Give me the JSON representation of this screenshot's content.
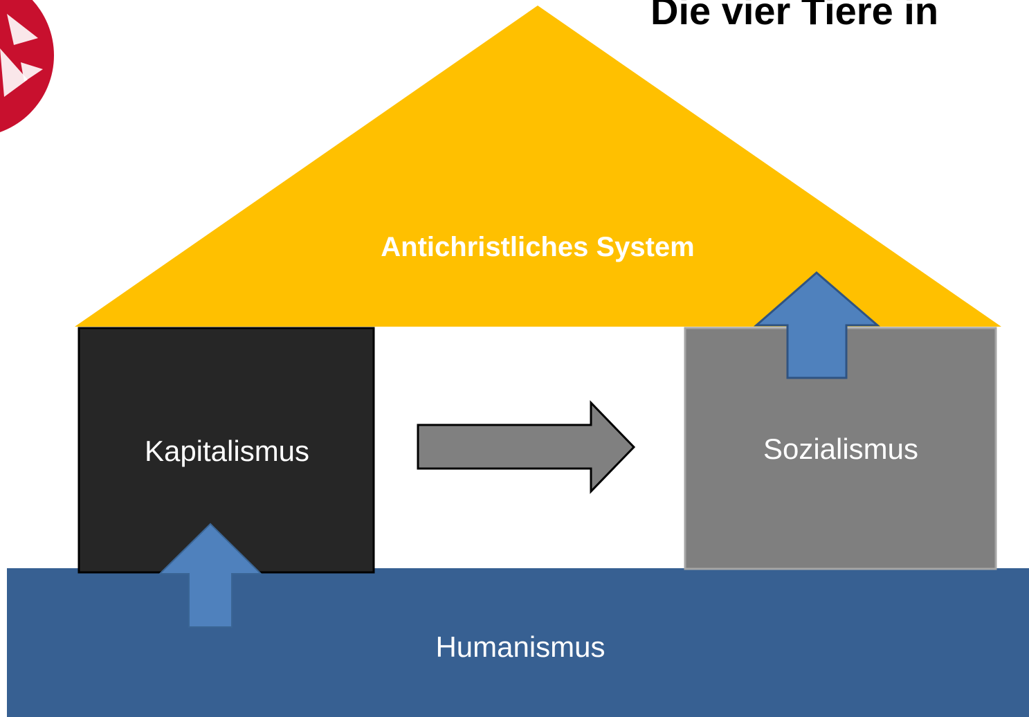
{
  "slide": {
    "title": "Die vier Tiere in"
  },
  "diagram": {
    "roof_label": "Antichristliches System",
    "left_box_label": "Kapitalismus",
    "right_box_label": "Sozialismus",
    "base_label": "Humanismus"
  },
  "colors": {
    "roof": "#FFC000",
    "left_box": "#262626",
    "right_box": "#7F7F7F",
    "base": "#376092",
    "up_arrows": "#4F81BD",
    "right_arrow": "#808080",
    "logo": "#C8102E"
  },
  "icons": {
    "logo": "red-circle-emblem-icon",
    "up_arrow": "arrow-up-icon",
    "right_arrow": "arrow-right-icon"
  }
}
